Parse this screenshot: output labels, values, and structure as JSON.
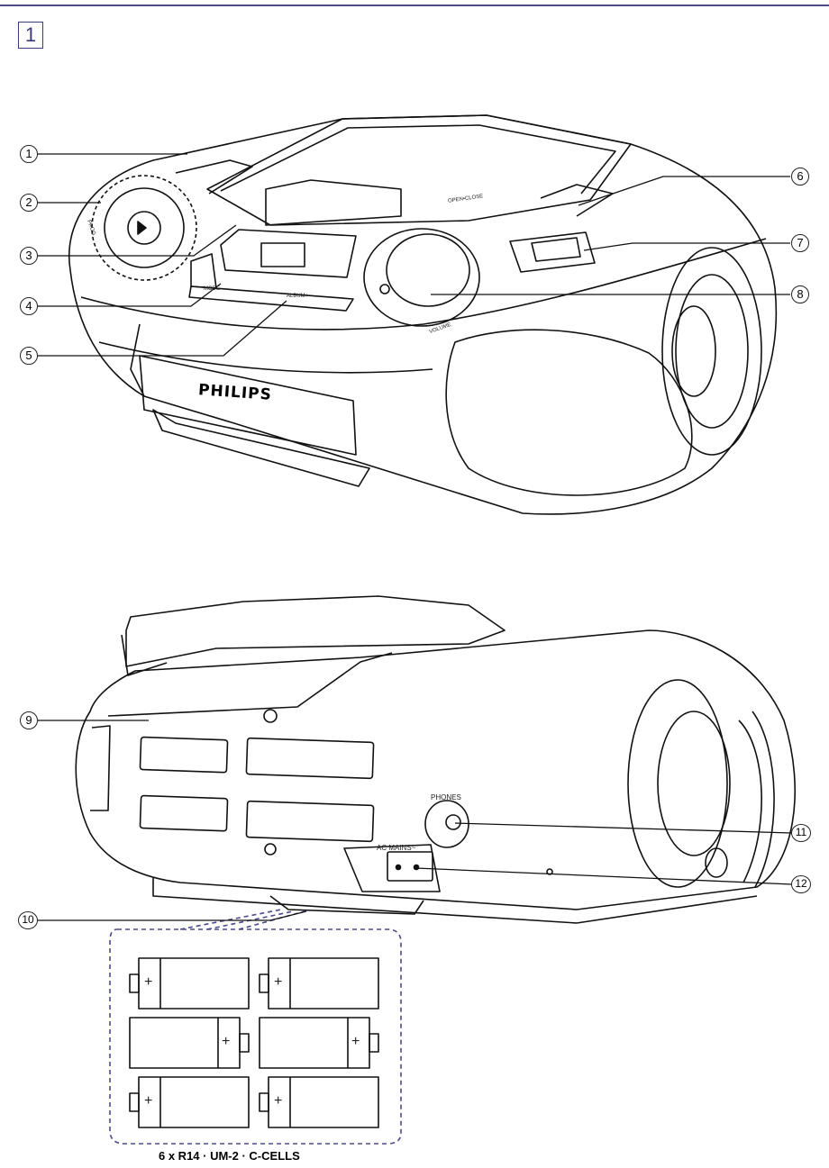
{
  "figure_number": "1",
  "brand": "PHILIPS",
  "callouts": [
    "1",
    "2",
    "3",
    "4",
    "5",
    "6",
    "7",
    "8",
    "9",
    "10",
    "11",
    "12"
  ],
  "device_labels": {
    "mode": "MODE",
    "album": "ALBUM+",
    "volume": "VOLUME",
    "phones": "PHONES",
    "ac_mains": "AC MAINS~",
    "prog": "PROG",
    "open_close": "OPEN•CLOSE"
  },
  "battery_plus": "+",
  "battery_caption": "6 x R14 · UM-2 · C-CELLS"
}
